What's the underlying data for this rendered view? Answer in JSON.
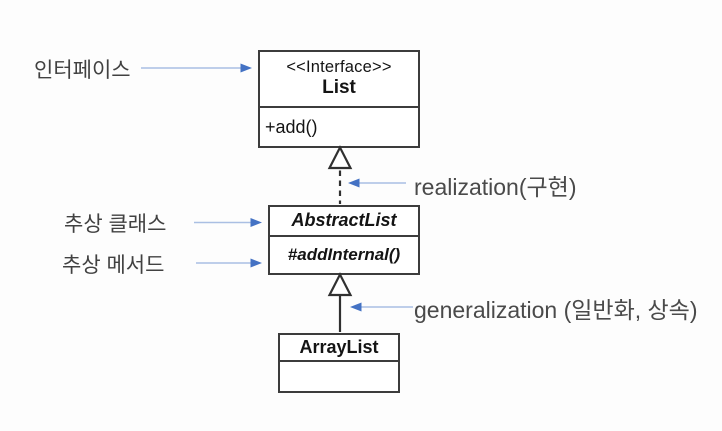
{
  "colors": {
    "background": "#fdfdfd",
    "box_border": "#3c3c3c",
    "box_text": "#141414",
    "korean_label_text": "#414141",
    "relation_label_text": "#4a4a4a",
    "pointer_arrow_line": "#aabfe3",
    "pointer_arrow_head": "#4472c4",
    "connector_stroke": "#303030"
  },
  "annotations": {
    "interface_label": "인터페이스",
    "abstract_class_label": "추상 클래스",
    "abstract_method_label": "추상 메서드",
    "realization_label": "realization(구현)",
    "generalization_label": "generalization (일반화, 상속)"
  },
  "uml": {
    "interface_box": {
      "stereotype": "<<Interface>>",
      "name": "List",
      "method": "+add()"
    },
    "abstract_box": {
      "name": "AbstractList",
      "method": "#addInternal()"
    },
    "concrete_box": {
      "name": "ArrayList",
      "method": ""
    }
  }
}
